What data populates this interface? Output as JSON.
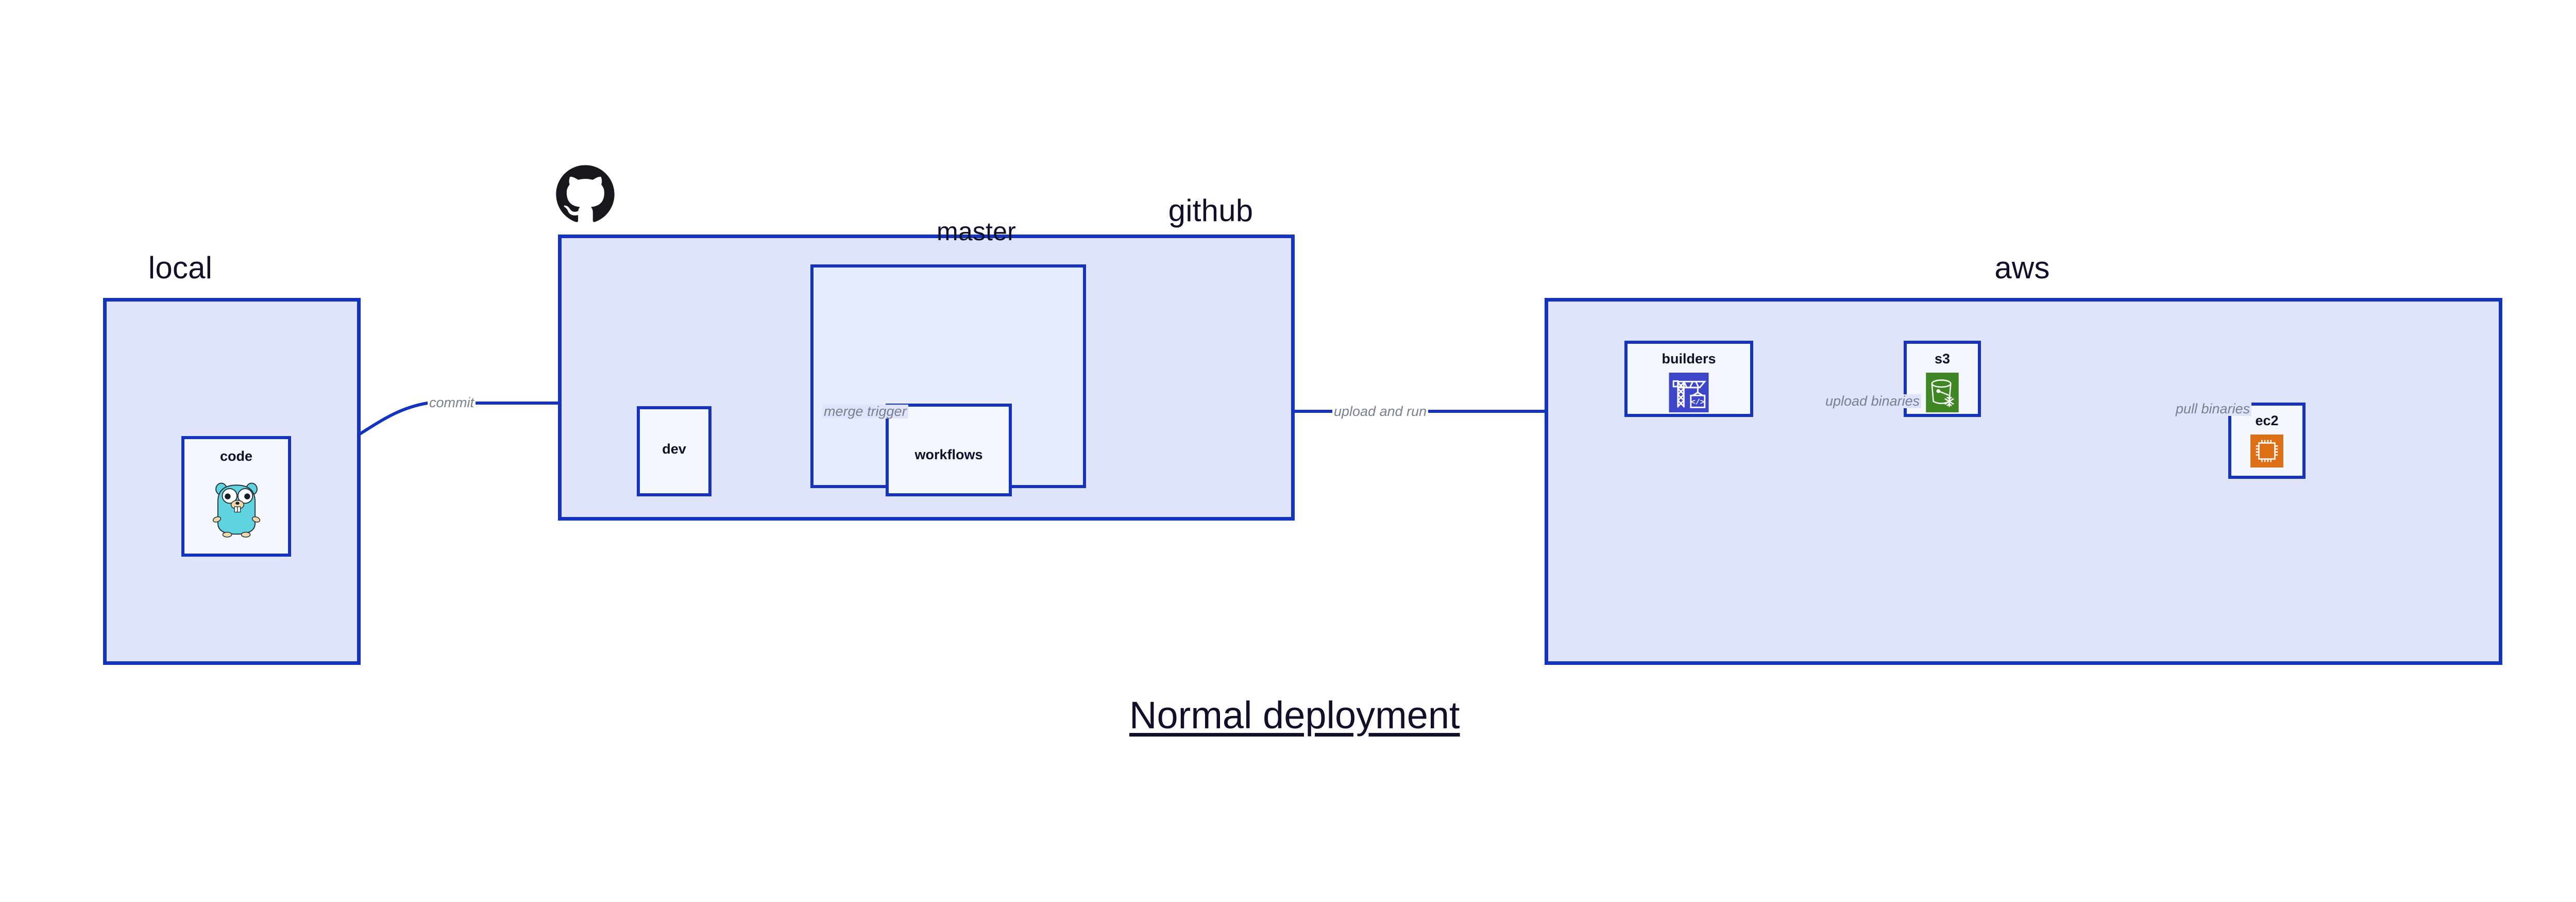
{
  "diagram": {
    "title": "Normal deployment",
    "colors": {
      "group_fill": "#dfe4fa",
      "subgroup_fill": "#e7ecfc",
      "node_fill": "#e9eefc",
      "border": "#1434c0",
      "label_text": "#101028",
      "edge_label_text": "#7a7f8c",
      "edge_stroke": "#1434c0",
      "go_gopher": "#5fd3e0",
      "builders_icon_bg": "#3d46c8",
      "s3_icon_bg": "#3f8624",
      "ec2_icon_bg": "#dd7017"
    },
    "groups": [
      {
        "id": "local",
        "label": "local"
      },
      {
        "id": "github",
        "label": "github"
      },
      {
        "id": "aws",
        "label": "aws"
      }
    ],
    "subgroups": [
      {
        "id": "master",
        "label": "master",
        "parent": "github"
      }
    ],
    "nodes": [
      {
        "id": "code",
        "label": "code",
        "parent": "local",
        "icon": "go-gopher-icon"
      },
      {
        "id": "dev",
        "label": "dev",
        "parent": "github",
        "icon": null
      },
      {
        "id": "workflows",
        "label": "workflows",
        "parent": "master",
        "icon": null
      },
      {
        "id": "builders",
        "label": "builders",
        "parent": "aws",
        "icon": "aws-builders-crane-icon"
      },
      {
        "id": "s3",
        "label": "s3",
        "parent": "aws",
        "icon": "aws-s3-bucket-icon"
      },
      {
        "id": "ec2",
        "label": "ec2",
        "parent": "aws",
        "icon": "aws-ec2-chip-icon"
      }
    ],
    "edges": [
      {
        "id": "commit",
        "label": "commit",
        "from": "code",
        "to": "dev"
      },
      {
        "id": "merge-trigger",
        "label": "merge trigger",
        "from": "dev",
        "to": "workflows"
      },
      {
        "id": "upload-and-run",
        "label": "upload and run",
        "from": "workflows",
        "to": "builders"
      },
      {
        "id": "upload-binaries",
        "label": "upload binaries",
        "from": "builders",
        "to": "s3"
      },
      {
        "id": "pull-binaries",
        "label": "pull binaries",
        "from": "s3",
        "to": "ec2"
      }
    ],
    "logos": [
      {
        "id": "github-octocat",
        "name": "github-octocat-icon",
        "attached_to": "github"
      }
    ]
  }
}
